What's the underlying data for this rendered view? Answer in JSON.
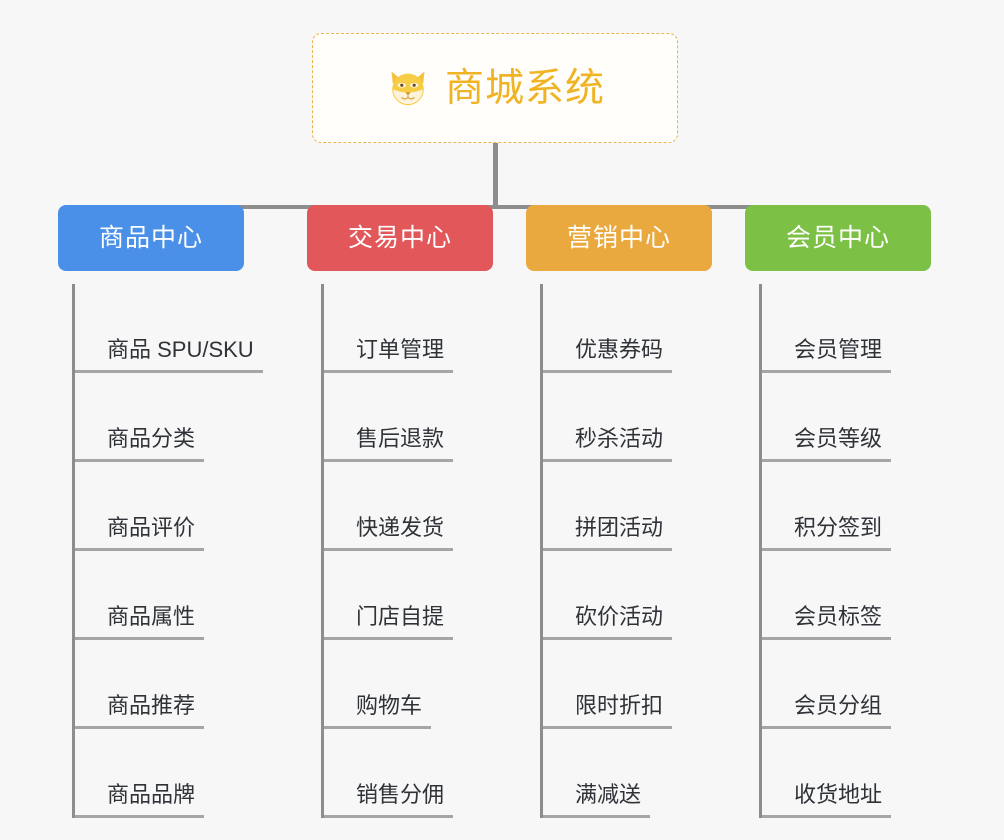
{
  "canvas": {
    "background": "#f7f7f7",
    "connector_color": "#8d8d8d"
  },
  "root": {
    "title": "商城系统",
    "icon": "shiba-dog-emoji",
    "text_color": "#f0b323",
    "border_color": "#e8b44c",
    "background": "#fffefb"
  },
  "branches": [
    {
      "label": "商品中心",
      "color": "#4a90e8",
      "items": [
        "商品 SPU/SKU",
        "商品分类",
        "商品评价",
        "商品属性",
        "商品推荐",
        "商品品牌"
      ]
    },
    {
      "label": "交易中心",
      "color": "#e2575a",
      "items": [
        "订单管理",
        "售后退款",
        "快递发货",
        "门店自提",
        "购物车",
        "销售分佣"
      ]
    },
    {
      "label": "营销中心",
      "color": "#eaa93f",
      "items": [
        "优惠券码",
        "秒杀活动",
        "拼团活动",
        "砍价活动",
        "限时折扣",
        "满减送"
      ]
    },
    {
      "label": "会员中心",
      "color": "#7cc146",
      "items": [
        "会员管理",
        "会员等级",
        "积分签到",
        "会员标签",
        "会员分组",
        "收货地址"
      ]
    }
  ]
}
